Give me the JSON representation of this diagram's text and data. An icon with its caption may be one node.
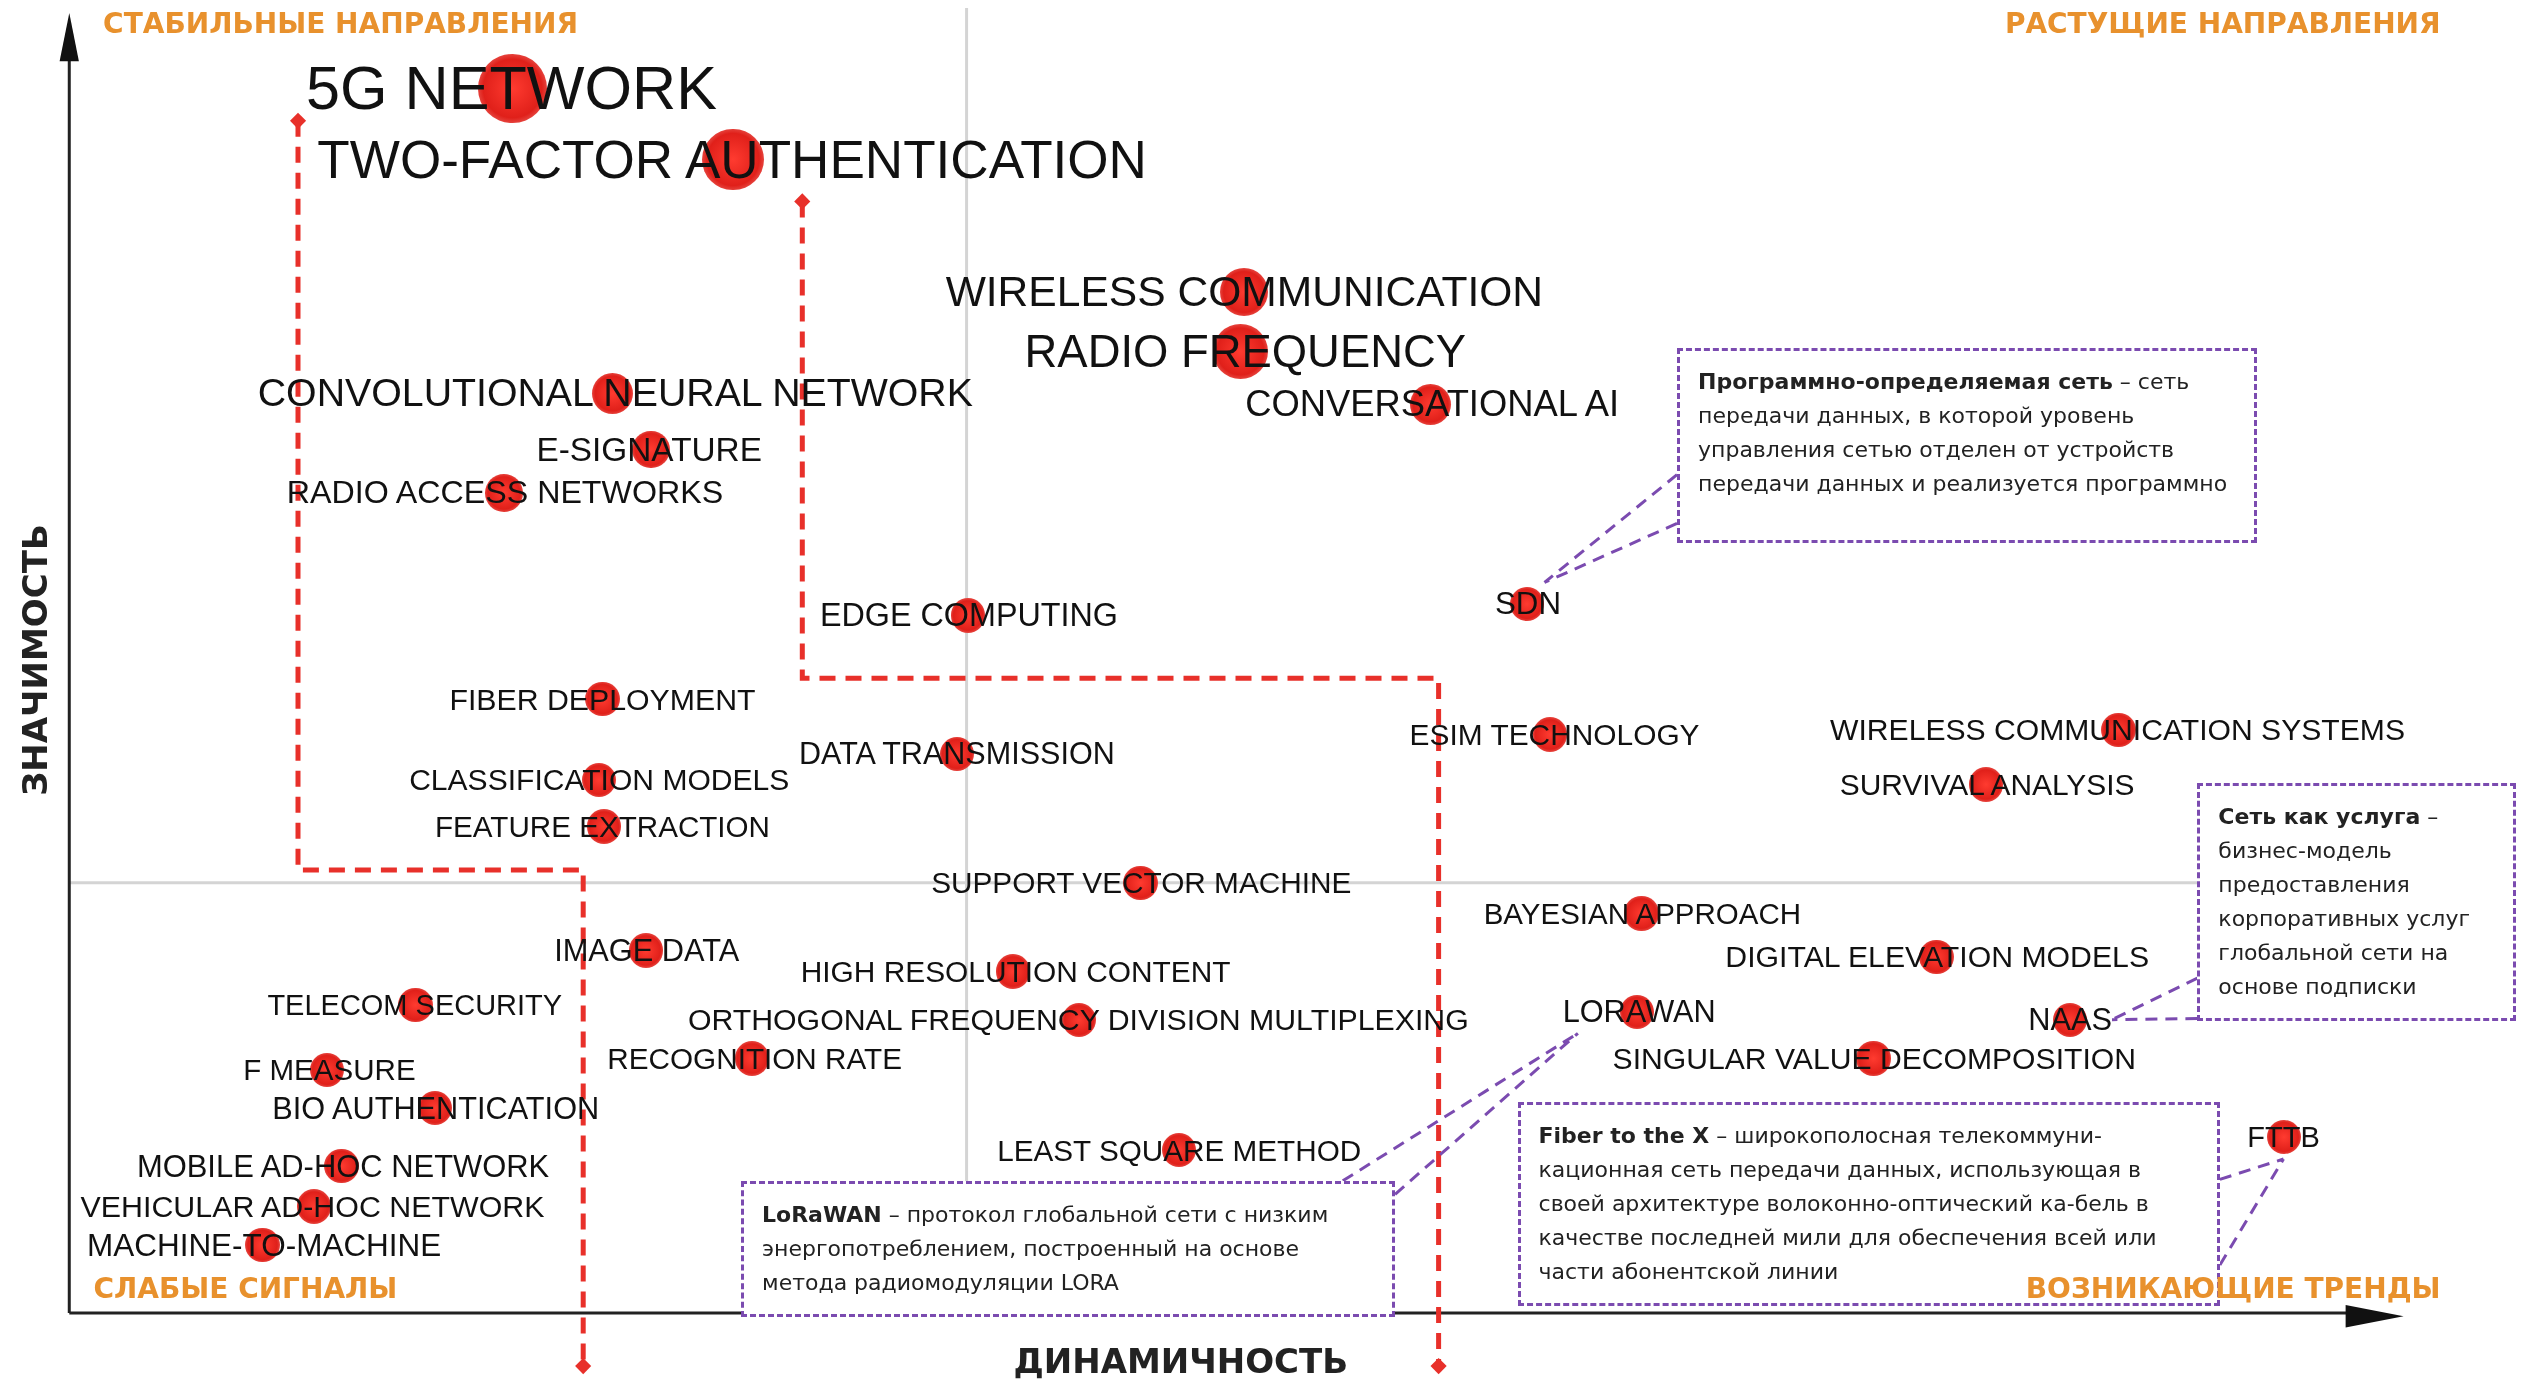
{
  "diagram": {
    "nodes": [
      {
        "text": [
          "5G NETWORK"
        ]
      },
      {
        "text": [
          "TWO-FACTOR AUTHENTICATION"
        ]
      },
      {
        "text": [
          "WIRELESS COMMUNICATION"
        ]
      },
      {
        "text": [
          "RADIO FREQUENCY"
        ]
      },
      {
        "text": [
          "CONVOLUTIONAL NEURAL NETWORK"
        ]
      },
      {
        "text": [
          "CONVERSATIONAL AI"
        ]
      },
      {
        "text": [
          "E-SIGNATURE"
        ]
      },
      {
        "text": [
          "RADIO ACCESS NETWORKS"
        ]
      },
      {
        "text": [
          "EDGE COMPUTING"
        ]
      },
      {
        "text": [
          "SDN"
        ]
      },
      {
        "text": [
          "FIBER DEPLOYMENT"
        ]
      },
      {
        "text": [
          "ESIM TECHNOLOGY"
        ]
      },
      {
        "text": [
          "WIRELESS COMMUNICATION SYSTEMS"
        ]
      },
      {
        "text": [
          "DATA TRANSMISSION"
        ]
      },
      {
        "text": [
          "CLASSIFICATION MODELS"
        ]
      },
      {
        "text": [
          "SURVIVAL ANALYSIS"
        ]
      },
      {
        "text": [
          "FEATURE EXTRACTION"
        ]
      },
      {
        "text": [
          "SUPPORT VECTOR MACHINE"
        ]
      },
      {
        "text": [
          "BAYESIAN APPROACH"
        ]
      },
      {
        "text": [
          "IMAGE DATA"
        ]
      },
      {
        "text": [
          "DIGITAL ELEVATION MODELS"
        ]
      },
      {
        "text": [
          "HIGH RESOLUTION CONTENT"
        ]
      },
      {
        "text": [
          "TELECOM SECURITY"
        ]
      },
      {
        "text": [
          "ORTHOGONAL FREQUENCY DIVISION MULTIPLEXING"
        ]
      },
      {
        "text": [
          "LORAWAN"
        ]
      },
      {
        "text": [
          "NAAS"
        ]
      },
      {
        "text": [
          "F MEASURE"
        ]
      },
      {
        "text": [
          "RECOGNITION RATE"
        ]
      },
      {
        "text": [
          "SINGULAR VALUE DECOMPOSITION"
        ]
      },
      {
        "text": [
          "BIO AUTHENTICATION"
        ]
      },
      {
        "text": [
          "FTTB"
        ]
      },
      {
        "text": [
          "LEAST SQUARE METHOD"
        ]
      },
      {
        "text": [
          "MOBILE AD-HOC NETWORK"
        ]
      },
      {
        "text": [
          "VEHICULAR AD-HOC NETWORK"
        ]
      },
      {
        "text": [
          "MACHINE-TO-MACHINE"
        ]
      },
      {
        "text": [
          "**Программно-определяемая сеть** – сеть передачи данных, в которой уровень управления сетью отделен от устройств передачи данных и реализуется программно"
        ]
      },
      {
        "text": [
          "**Сеть как услуга** – бизнес-модель предоставления корпоративных услуг глобальной сети на основе подписки"
        ]
      },
      {
        "text": [
          "**LoRaWAN** – протокол глобальной сети с низким энергопотреблением, построенный на основе метода радиомодуляции LORA"
        ]
      },
      {
        "text": [
          "**Fiber to the X** – широкополосная телекоммуни-кационная сеть передачи данных, использующая в своей архитектуре волоконно-оптический ка-бель в качестве последней мили для обеспечения всей или части абонентской линии"
        ]
      }
    ],
    "edges": [
      {
        "from": 35,
        "to": 9,
        "arrow": "none"
      },
      {
        "from": 36,
        "to": 25,
        "arrow": "none"
      },
      {
        "from": 37,
        "to": 24,
        "arrow": "none"
      },
      {
        "from": 38,
        "to": 30,
        "arrow": "none"
      }
    ],
    "labels": [
      "СТАБИЛЬНЫЕ НАПРАВЛЕНИЯ",
      "РАСТУЩИЕ НАПРАВЛЕНИЯ",
      "ЗНАЧИМОСТЬ",
      "СЛАБЫЕ СИГНАЛЫ",
      "ВОЗНИКАЮЩИЕ ТРЕНДЫ",
      "ДИНАМИЧНОСТЬ"
    ]
  }
}
